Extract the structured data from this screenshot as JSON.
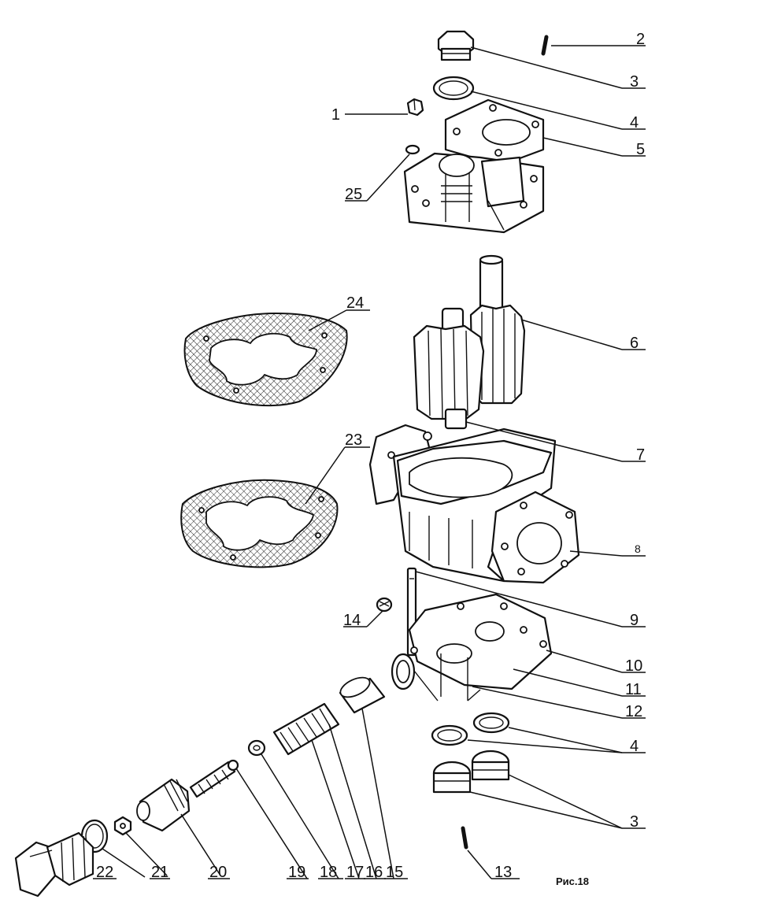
{
  "figure": {
    "caption": "Рис.18",
    "callouts": {
      "c1": "1",
      "c2": "2",
      "c3_top": "3",
      "c4_top": "4",
      "c5": "5",
      "c6": "6",
      "c7": "7",
      "c8": "8",
      "c9": "9",
      "c10": "10",
      "c11": "11",
      "c12": "12",
      "c4_bottom": "4",
      "c3_bottom": "3",
      "c13": "13",
      "c14": "14",
      "c15": "15",
      "c16": "16",
      "c17": "17",
      "c18": "18",
      "c19": "19",
      "c20": "20",
      "c21": "21",
      "c22": "22",
      "c23": "23",
      "c24": "24",
      "c25": "25"
    }
  }
}
